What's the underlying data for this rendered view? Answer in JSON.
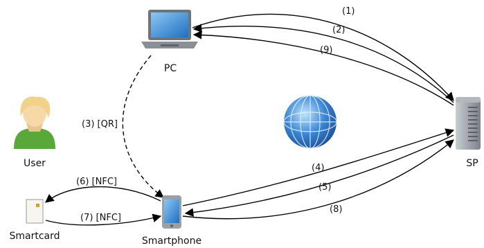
{
  "nodes": {
    "pc": {
      "label": "PC",
      "icon": "laptop-icon"
    },
    "user": {
      "label": "User",
      "icon": "user-avatar-icon"
    },
    "smartcard": {
      "label": "Smartcard",
      "icon": "smartcard-icon"
    },
    "smartphone": {
      "label": "Smartphone",
      "icon": "smartphone-icon"
    },
    "sp": {
      "label": "SP",
      "icon": "server-icon"
    },
    "internet": {
      "icon": "globe-icon"
    }
  },
  "edges": [
    {
      "id": "e1",
      "label": "(1)",
      "from": "pc",
      "to": "sp"
    },
    {
      "id": "e2",
      "label": "(2)",
      "from": "sp",
      "to": "pc"
    },
    {
      "id": "e9",
      "label": "(9)",
      "from": "sp",
      "to": "pc"
    },
    {
      "id": "e3",
      "label": "(3) [QR]",
      "from": "pc",
      "to": "smartphone",
      "style": "dashed"
    },
    {
      "id": "e4",
      "label": "(4)",
      "from": "smartphone",
      "to": "sp"
    },
    {
      "id": "e5",
      "label": "(5)",
      "from": "sp",
      "to": "smartphone"
    },
    {
      "id": "e8",
      "label": "(8)",
      "from": "smartphone",
      "to": "sp"
    },
    {
      "id": "e6",
      "label": "(6) [NFC]",
      "from": "smartphone",
      "to": "smartcard"
    },
    {
      "id": "e7",
      "label": "(7) [NFC]",
      "from": "smartcard",
      "to": "smartphone"
    }
  ],
  "colors": {
    "line": "#000000",
    "laptop_screen": "#3d8fd8",
    "laptop_body": "#8a8f96",
    "user_hair": "#f2d28a",
    "user_skin": "#f7d9a8",
    "user_shirt": "#5aa83a",
    "globe": "#3a86d4",
    "server": "#9aa0a6"
  }
}
